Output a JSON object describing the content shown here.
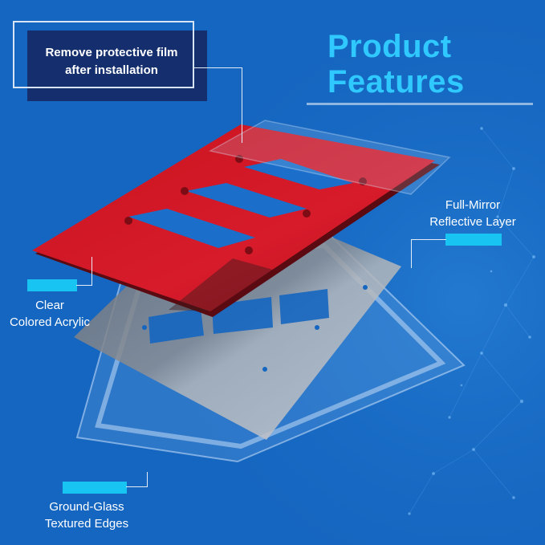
{
  "header": {
    "title_line1": "Product",
    "title_line2": "Features"
  },
  "callout": {
    "line1": "Remove protective film",
    "line2": "after installation"
  },
  "features": {
    "mirror": {
      "line1": "Full-Mirror",
      "line2": "Reflective Layer"
    },
    "acrylic": {
      "line1": "Clear",
      "line2": "Colored Acrylic"
    },
    "glass": {
      "line1": "Ground-Glass",
      "line2": "Textured Edges"
    }
  },
  "colors": {
    "background": "#1566c0",
    "title": "#2fc8ff",
    "tag": "#17c4f2",
    "acrylic_plate": "#d11a2a",
    "mirror_plate": "#8a8d92"
  },
  "icons": {
    "wall_plate": "wall-plate-illustration",
    "network": "network-dots-decoration"
  }
}
